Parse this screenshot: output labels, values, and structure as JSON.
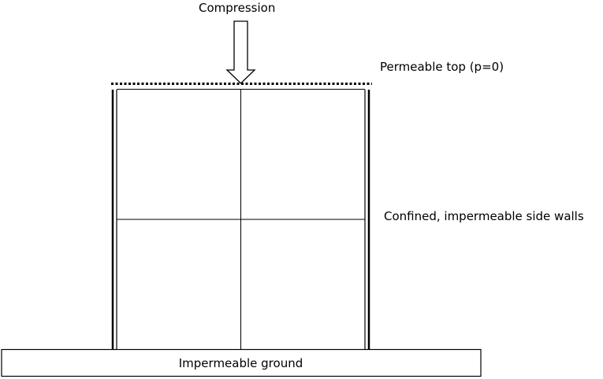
{
  "labels": {
    "compression": "Compression",
    "permeable_top": "Permeable top (p=0)",
    "side_walls": "Confined, impermeable side walls",
    "ground": "Impermeable ground"
  },
  "grid": {
    "columns": 2,
    "rows": 2
  },
  "colors": {
    "line": "#000000",
    "background": "#ffffff"
  }
}
